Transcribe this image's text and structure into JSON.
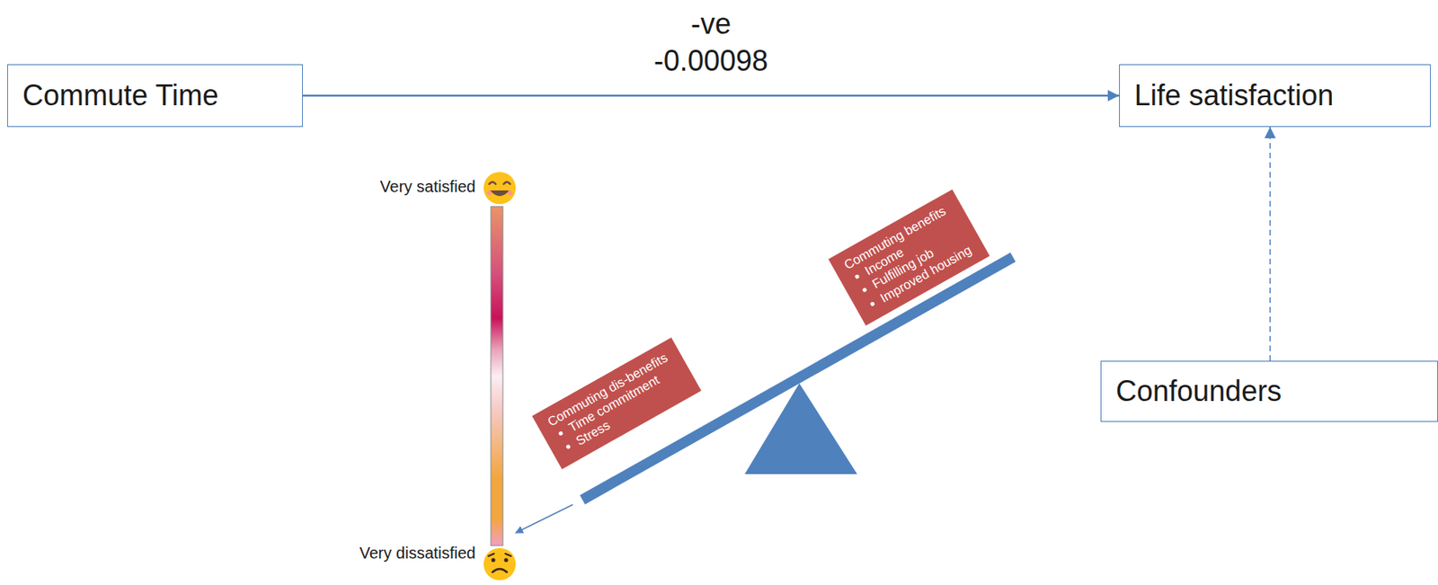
{
  "diagram": {
    "nodes": [
      {
        "text": [
          "Commute Time"
        ]
      },
      {
        "text": [
          "Life satisfaction"
        ]
      },
      {
        "text": [
          "Commuting benefits",
          "Income",
          "Fulfilling job",
          "Improved housing"
        ]
      },
      {
        "text": [
          "Commuting dis-benefits",
          "Time commitment",
          "Stress"
        ]
      },
      {
        "text": [
          "Confounders"
        ]
      }
    ],
    "edges": [
      {
        "from": 0,
        "to": 1,
        "arrow": "to",
        "label": "-ve -0.00098"
      },
      {
        "from": 4,
        "to": 1,
        "arrow": "to"
      }
    ],
    "labels": [
      "Very satisfied",
      "Very dissatisfied"
    ]
  }
}
